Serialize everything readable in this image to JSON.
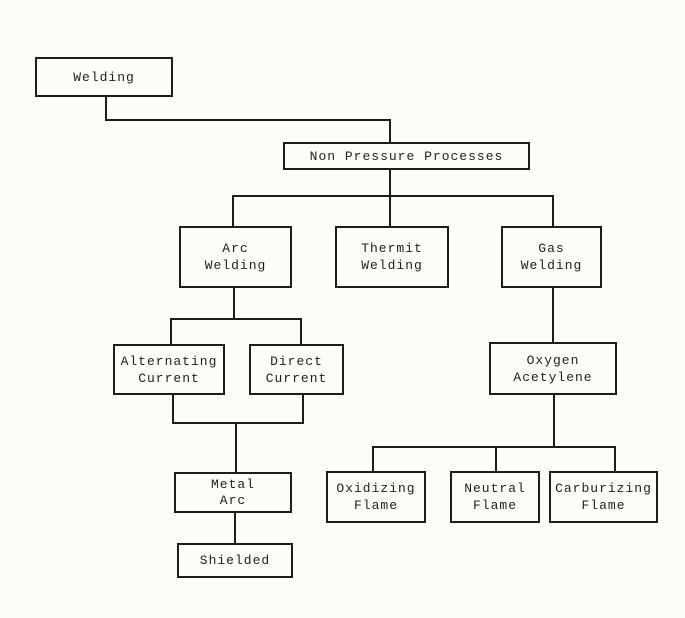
{
  "diagram": {
    "type": "flowchart-hierarchy",
    "colors": {
      "line": "#1c1c1c",
      "paper": "#fcfcfb",
      "text": "#1f1f1f"
    },
    "nodes": {
      "welding": {
        "label": "Welding"
      },
      "non_pressure_processes": {
        "label": "Non Pressure Processes"
      },
      "arc_welding": {
        "label": "Arc\nWelding"
      },
      "thermit_welding": {
        "label": "Thermit\nWelding"
      },
      "gas_welding": {
        "label": "Gas\nWelding"
      },
      "alternating_current": {
        "label": "Alternating\nCurrent"
      },
      "direct_current": {
        "label": "Direct\nCurrent"
      },
      "oxygen_acetylene": {
        "label": "Oxygen\nAcetylene"
      },
      "metal_arc": {
        "label": "Metal\nArc"
      },
      "shielded": {
        "label": "Shielded"
      },
      "oxidizing_flame": {
        "label": "Oxidizing\nFlame"
      },
      "neutral_flame": {
        "label": "Neutral\nFlame"
      },
      "carburizing_flame": {
        "label": "Carburizing\nFlame"
      }
    },
    "edges": [
      [
        "welding",
        "non_pressure_processes"
      ],
      [
        "non_pressure_processes",
        "arc_welding"
      ],
      [
        "non_pressure_processes",
        "thermit_welding"
      ],
      [
        "non_pressure_processes",
        "gas_welding"
      ],
      [
        "arc_welding",
        "alternating_current"
      ],
      [
        "arc_welding",
        "direct_current"
      ],
      [
        "alternating_current",
        "metal_arc"
      ],
      [
        "direct_current",
        "metal_arc"
      ],
      [
        "metal_arc",
        "shielded"
      ],
      [
        "gas_welding",
        "oxygen_acetylene"
      ],
      [
        "oxygen_acetylene",
        "oxidizing_flame"
      ],
      [
        "oxygen_acetylene",
        "neutral_flame"
      ],
      [
        "oxygen_acetylene",
        "carburizing_flame"
      ]
    ]
  }
}
